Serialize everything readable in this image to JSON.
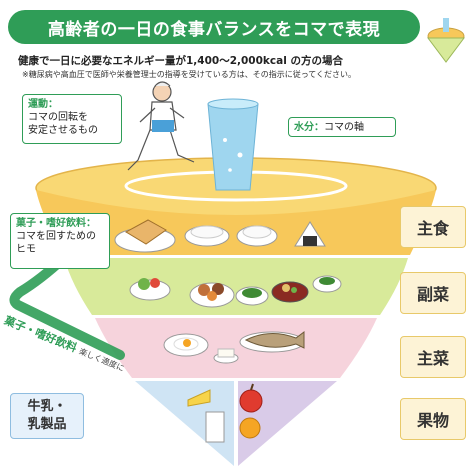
{
  "title": "高齢者の一日の食事バランスをコマで表現",
  "subtitle": "健康で一日に必要なエネルギー量が1,400〜2,000kcal の方の場合",
  "note": "※糖尿病や高血圧で医師や栄養管理士の指導を受けている方は、その指示に従ってください。",
  "callouts": {
    "exercise": {
      "heading": "運動：",
      "line1": "コマの回転を",
      "line2": "安定させるもの"
    },
    "water": {
      "heading": "水分：",
      "text": "コマの軸"
    },
    "snack": {
      "heading": "菓子・嗜好飲料：",
      "line1": "コマを回すための",
      "line2": "ヒモ"
    }
  },
  "rope": {
    "main": "菓子・嗜好飲料",
    "sub": "楽しく適度に"
  },
  "categories": {
    "staple": "主食",
    "side": "副菜",
    "main": "主菜",
    "fruit": "果物",
    "milk_line1": "牛乳・",
    "milk_line2": "乳製品"
  },
  "colors": {
    "accent_green": "#2f9d57",
    "tier_staple": "#f7c85a",
    "tier_side": "#d8ea9a",
    "tier_main": "#f6d3dc",
    "tier_milk": "#cfe4f4",
    "tier_fruit": "#d9cbe8",
    "water": "#9fd6ef"
  },
  "icons": [
    "runner-icon",
    "water-glass-icon",
    "bread-icon",
    "rice-bowl-icon",
    "onigiri-icon",
    "salad-icon",
    "vegetable-bowl-icon",
    "fried-egg-icon",
    "grilled-fish-icon",
    "cheese-icon",
    "milk-glass-icon",
    "apple-icon",
    "orange-icon"
  ]
}
